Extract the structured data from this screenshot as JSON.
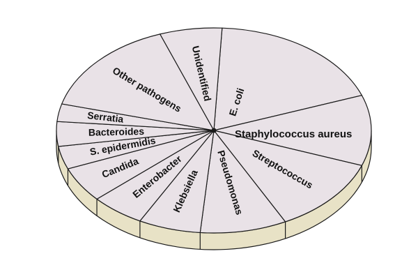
{
  "chart_data": {
    "type": "pie",
    "style": "3d-tilted",
    "unit": "degrees",
    "slices": [
      {
        "label": "E. coli",
        "start": -87,
        "end": -20
      },
      {
        "label": "Staphylococcus aureus",
        "start": -20,
        "end": 20
      },
      {
        "label": "Streptococcus",
        "start": 20,
        "end": 63
      },
      {
        "label": "Pseudomonas",
        "start": 63,
        "end": 95
      },
      {
        "label": "Klebsiella",
        "start": 95,
        "end": 118
      },
      {
        "label": "Enterobacter",
        "start": 118,
        "end": 138
      },
      {
        "label": "Candida",
        "start": 138,
        "end": 158
      },
      {
        "label": "S. epidermidis",
        "start": 158,
        "end": 171
      },
      {
        "label": "Bacteroides",
        "start": 171,
        "end": 185
      },
      {
        "label": "Serratia",
        "start": 185,
        "end": 195
      },
      {
        "label": "Other pathogens",
        "start": 195,
        "end": 250
      },
      {
        "label": "Unidentified",
        "start": 250,
        "end": 273
      }
    ]
  },
  "colors": {
    "face": "#e9e2e7",
    "rim": "#e8e2c6",
    "outline": "#1a1a1a",
    "text": "#111111"
  }
}
